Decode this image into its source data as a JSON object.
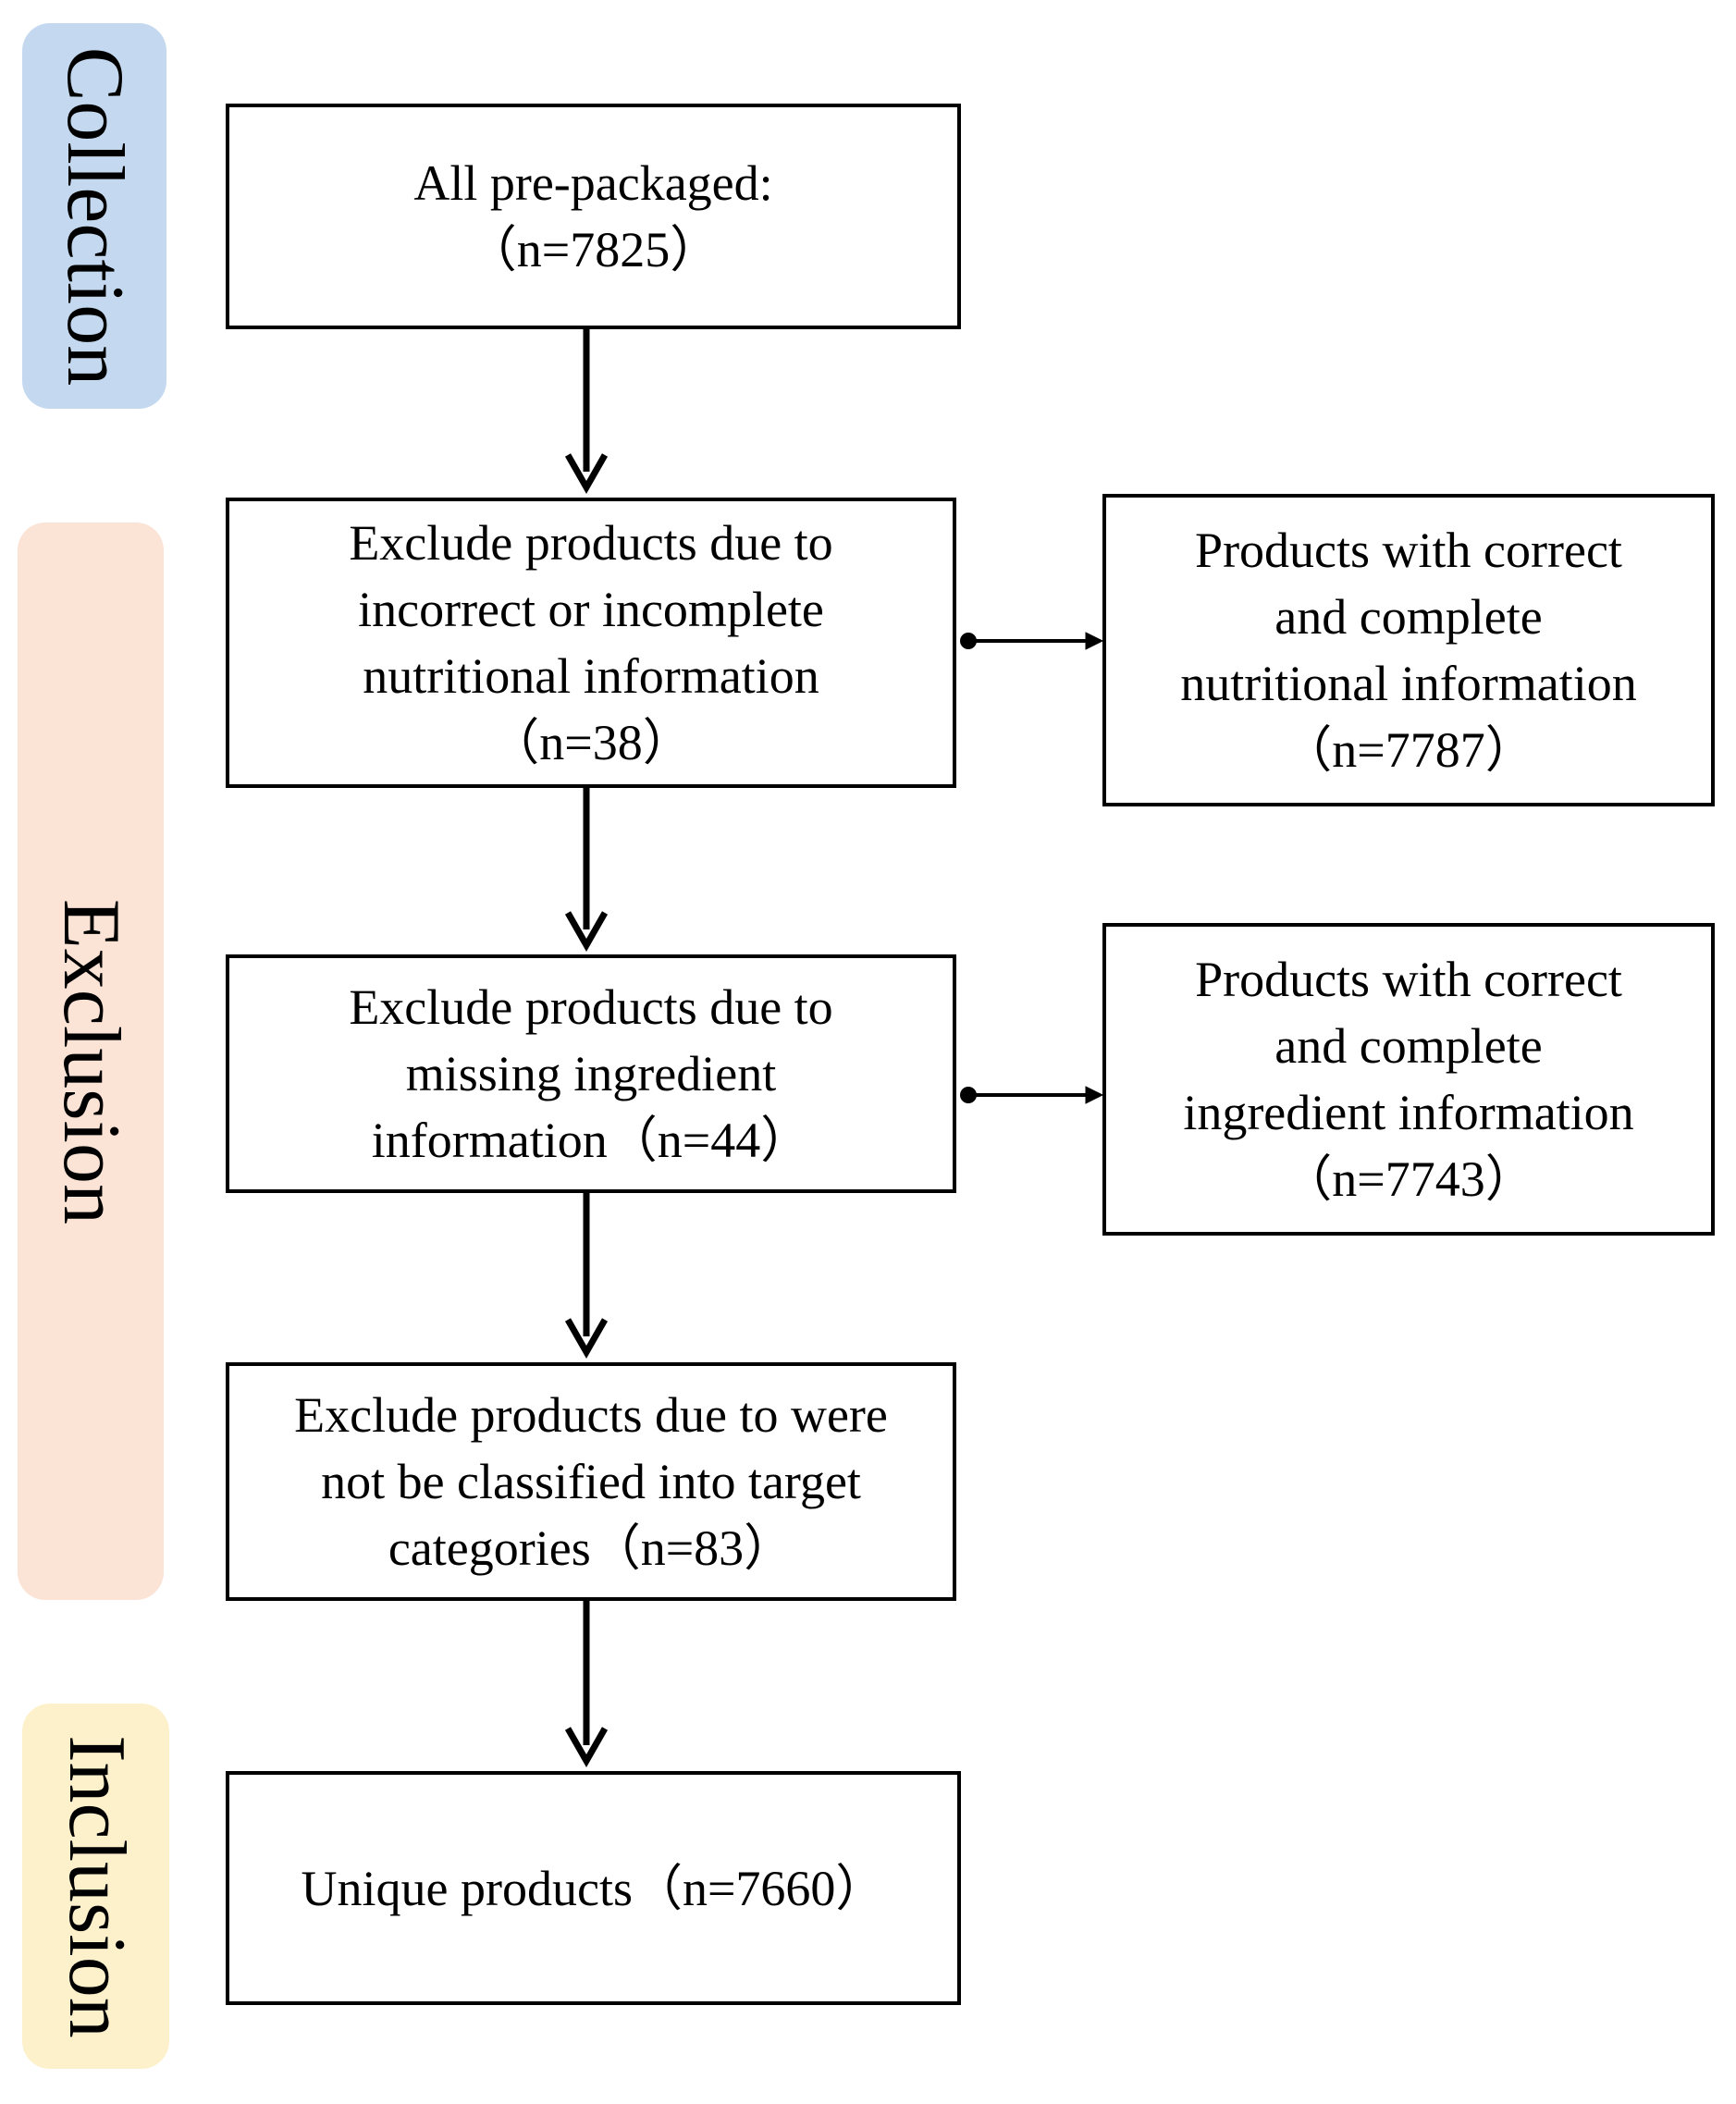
{
  "stages": {
    "collection": "Collection",
    "exclusion": "Exclusion",
    "inclusion": "Inclusion"
  },
  "boxes": {
    "all_prepackaged": "All pre-packaged:\n（n=7825）",
    "exclude_nutritional": "Exclude products due to\nincorrect or incomplete\nnutritional information\n（n=38）",
    "products_nutritional": "Products with correct\nand complete\nnutritional information\n（n=7787）",
    "exclude_ingredient": "Exclude products due to\nmissing ingredient\ninformation（n=44）",
    "products_ingredient": "Products with correct\nand complete\ningredient information\n（n=7743）",
    "exclude_category": "Exclude products due to were\nnot be classified into target\ncategories（n=83）",
    "unique_products": "Unique products（n=7660）"
  },
  "colors": {
    "collection_fill": "#c4d9f0",
    "exclusion_fill": "#fbe3d6",
    "inclusion_fill": "#fdf1cc",
    "line": "#000000"
  }
}
